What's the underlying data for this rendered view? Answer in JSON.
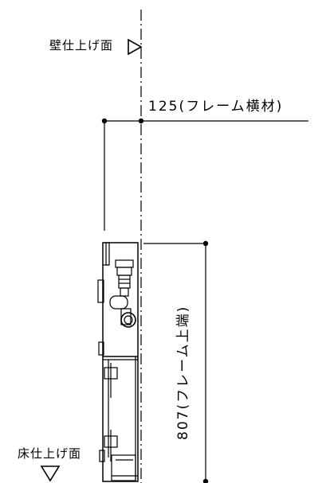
{
  "labels": {
    "wall_finish": "壁仕上げ面",
    "floor_finish": "床仕上げ面",
    "horizontal_dimension": "125(フレーム横材)",
    "vertical_dimension": "807(フレーム上端)"
  },
  "colors": {
    "line": "#000000",
    "background": "#ffffff"
  }
}
